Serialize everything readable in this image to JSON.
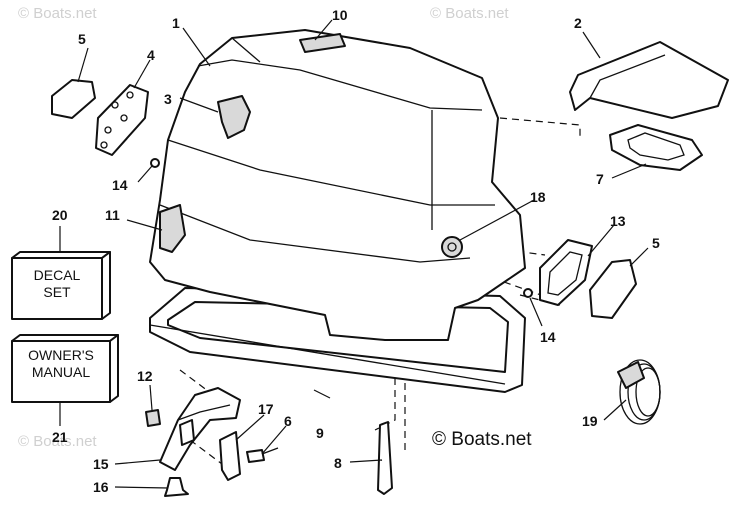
{
  "watermark": "© Boats.net",
  "brand": "© Boats.net",
  "callouts": {
    "c1": "1",
    "c2": "2",
    "c3": "3",
    "c4": "4",
    "c5a": "5",
    "c5b": "5",
    "c6": "6",
    "c7": "7",
    "c8": "8",
    "c9": "9",
    "c10": "10",
    "c11": "11",
    "c12": "12",
    "c13": "13",
    "c14a": "14",
    "c14b": "14",
    "c15": "15",
    "c16": "16",
    "c17": "17",
    "c18": "18",
    "c19": "19",
    "c20": "20",
    "c21": "21"
  },
  "decal_box": {
    "line1": "DECAL",
    "line2": "SET"
  },
  "manual_box": {
    "line1": "OWNER'S",
    "line2": "MANUAL"
  }
}
